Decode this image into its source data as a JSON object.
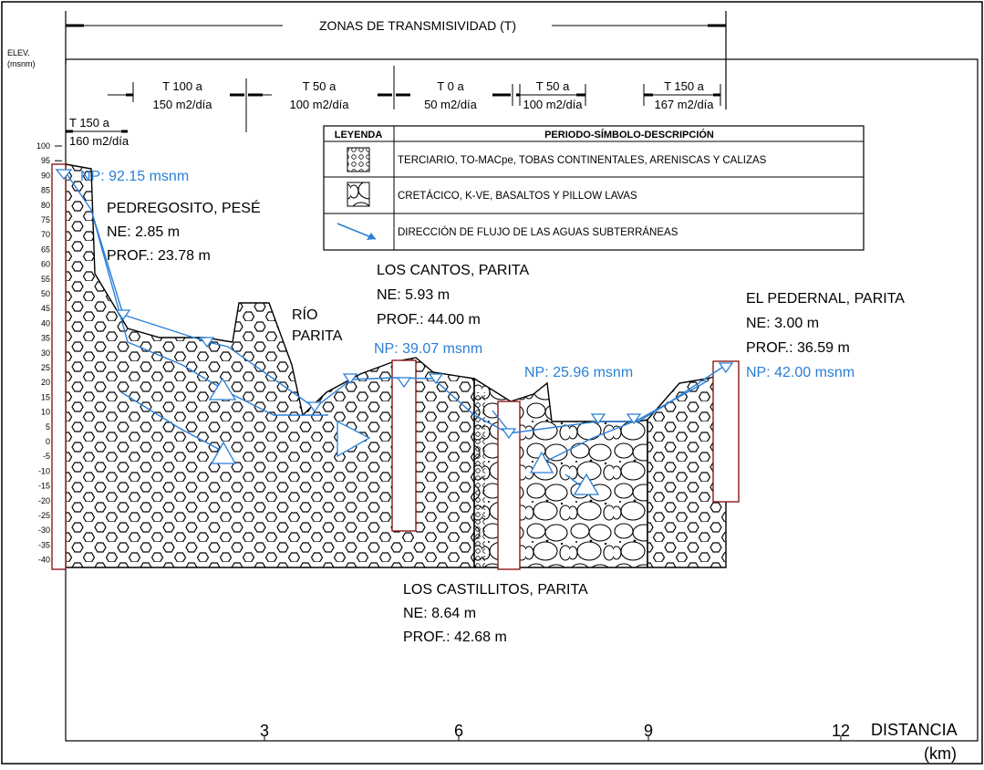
{
  "title": "ZONAS DE TRANSMISIVIDAD (T)",
  "y_axis": {
    "label_line1": "ELEV.",
    "label_line2": "(msnm)",
    "ticks": [
      "100",
      "95",
      "90",
      "85",
      "80",
      "75",
      "70",
      "65",
      "60",
      "55",
      "50",
      "45",
      "40",
      "35",
      "30",
      "25",
      "20",
      "15",
      "10",
      "5",
      "0",
      "-5",
      "-10",
      "-15",
      "-20",
      "-25",
      "-30",
      "-35",
      "-40"
    ]
  },
  "x_axis": {
    "label_line1": "DISTANCIA",
    "label_line2": "(km)",
    "ticks": [
      "3",
      "6",
      "9",
      "12"
    ]
  },
  "zones": [
    {
      "line1": "T 150 a",
      "line2": "160 m2/día"
    },
    {
      "line1": "T 100 a",
      "line2": "150 m2/día"
    },
    {
      "line1": "T 50 a",
      "line2": "100 m2/día"
    },
    {
      "line1": "T 0 a",
      "line2": "50 m2/día"
    },
    {
      "line1": "T 50 a",
      "line2": "100 m2/día"
    },
    {
      "line1": "T 150 a",
      "line2": "167 m2/día"
    }
  ],
  "legend": {
    "header_col1": "LEYENDA",
    "header_col2": "PERIODO-SÍMBOLO-DESCRIPCIÓN",
    "rows": [
      {
        "symbol": "terciario-pattern-icon",
        "text": "TERCIARIO, TO-MACpe, TOBAS CONTINENTALES, ARENISCAS Y CALIZAS"
      },
      {
        "symbol": "cretacico-pattern-icon",
        "text": "CRETÁCICO, K-VE, BASALTOS Y PILLOW LAVAS"
      },
      {
        "symbol": "flow-arrow-icon",
        "text": "DIRECCIÓN DE FLUJO DE LAS AGUAS SUBTERRÁNEAS"
      }
    ]
  },
  "wells": [
    {
      "name": "PEDREGOSITO, PESÉ",
      "ne": "NE: 2.85 m",
      "prof": "PROF.: 23.78 m",
      "np": "NP: 92.15 msnm"
    },
    {
      "name": "LOS CANTOS, PARITA",
      "ne": "NE: 5.93 m",
      "prof": "PROF.: 44.00 m",
      "np": "NP: 39.07 msnm"
    },
    {
      "name": "LOS CASTILLITOS, PARITA",
      "ne": "NE: 8.64 m",
      "prof": "PROF.: 42.68 m",
      "np": "NP: 25.96 msnm"
    },
    {
      "name": "EL PEDERNAL, PARITA",
      "ne": "NE: 3.00 m",
      "prof": "PROF.: 36.59 m",
      "np": "NP: 42.00 msnm"
    }
  ],
  "river": {
    "line1": "RÍO",
    "line2": "PARITA"
  },
  "colors": {
    "water_line": "#2a7fd6",
    "well_casing": "#8b1a1a",
    "outline": "#000000"
  }
}
